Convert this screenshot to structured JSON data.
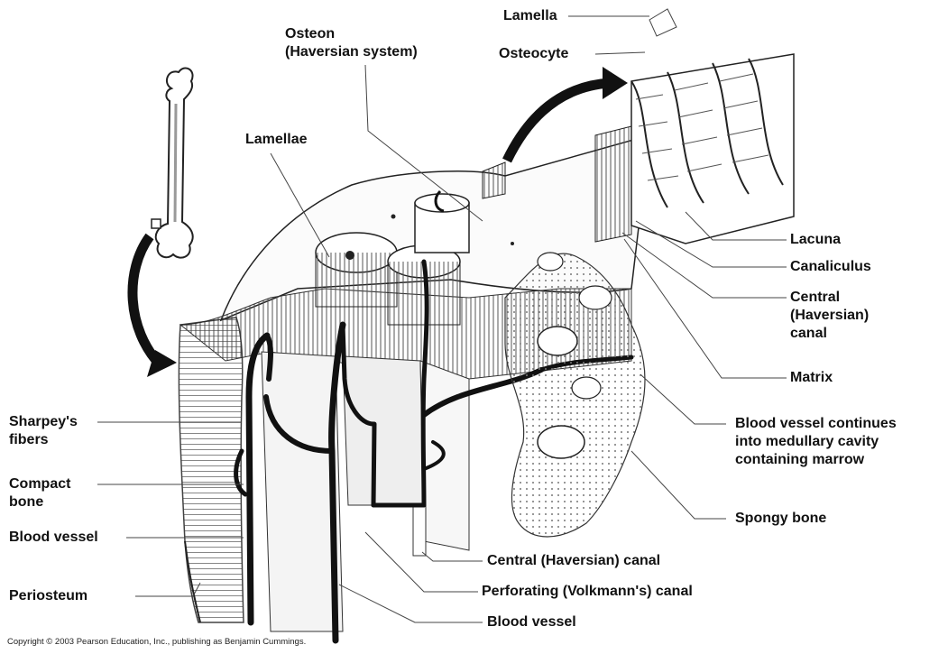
{
  "labels": {
    "lamella": "Lamella",
    "osteocyte": "Osteocyte",
    "osteon": [
      "Osteon",
      "(Haversian system)"
    ],
    "lamellae": "Lamellae",
    "lacuna": "Lacuna",
    "canaliculus": "Canaliculus",
    "central_haversian_canal_right": [
      "Central",
      "(Haversian)",
      "canal"
    ],
    "matrix": "Matrix",
    "blood_vessel_continues": [
      "Blood vessel continues",
      "into medullary cavity",
      "containing marrow"
    ],
    "spongy_bone": "Spongy bone",
    "central_haversian_canal_bottom": "Central (Haversian) canal",
    "perforating_canal": "Perforating (Volkmann's) canal",
    "blood_vessel_bottom": "Blood vessel",
    "sharpeys_fibers": [
      "Sharpey's",
      "fibers"
    ],
    "compact_bone": [
      "Compact",
      "bone"
    ],
    "blood_vessel_left": "Blood vessel",
    "periosteum": "Periosteum"
  },
  "copyright": "Copyright © 2003 Pearson Education, Inc., publishing as Benjamin Cummings.",
  "colors": {
    "ink": "#111111",
    "shade": "#666666",
    "light": "#d9d9d9",
    "vessel": "#1a1a1a",
    "background": "#ffffff"
  }
}
